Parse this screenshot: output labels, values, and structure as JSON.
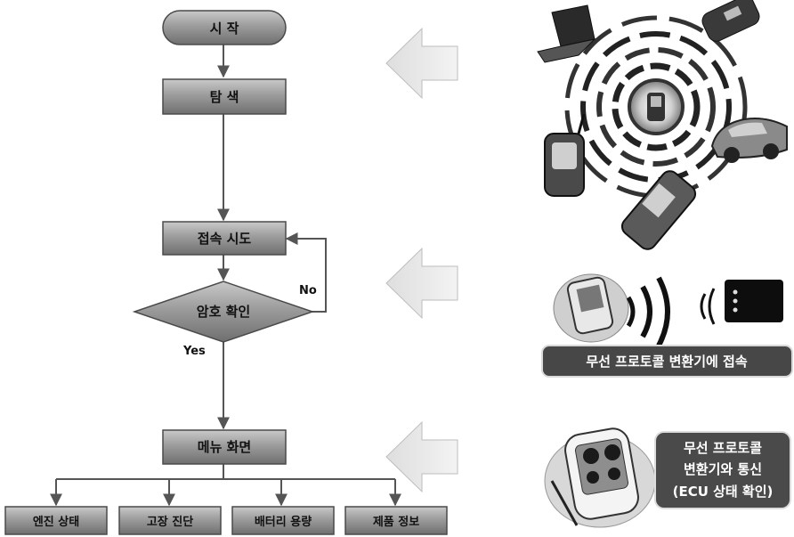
{
  "flowchart": {
    "start": "시  작",
    "search": "탐  색",
    "connect": "접속 시도",
    "password_check": "암호 확인",
    "edge_no": "No",
    "edge_yes": "Yes",
    "menu": "메뉴 화면",
    "leaves": [
      "엔진 상태",
      "고장 진단",
      "배터리 용량",
      "제품 정보"
    ]
  },
  "illustrations": {
    "wireless_devices": {
      "icon": "wireless-devices-icon"
    },
    "converter_connect": {
      "icon": "pda-wireless-icon",
      "caption": "무선 프로토콜 변환기에 접속"
    },
    "converter_comm": {
      "icon": "pda-screen-icon",
      "caption_lines": [
        "무선 프로토콜",
        "변환기와 통신",
        "(ECU 상태 확인)"
      ]
    }
  },
  "colors": {
    "node_fill": "#9c9c9c",
    "node_dark": "#5e5e5e",
    "arrow_fill": "#e6e6e6",
    "line": "#555555"
  }
}
